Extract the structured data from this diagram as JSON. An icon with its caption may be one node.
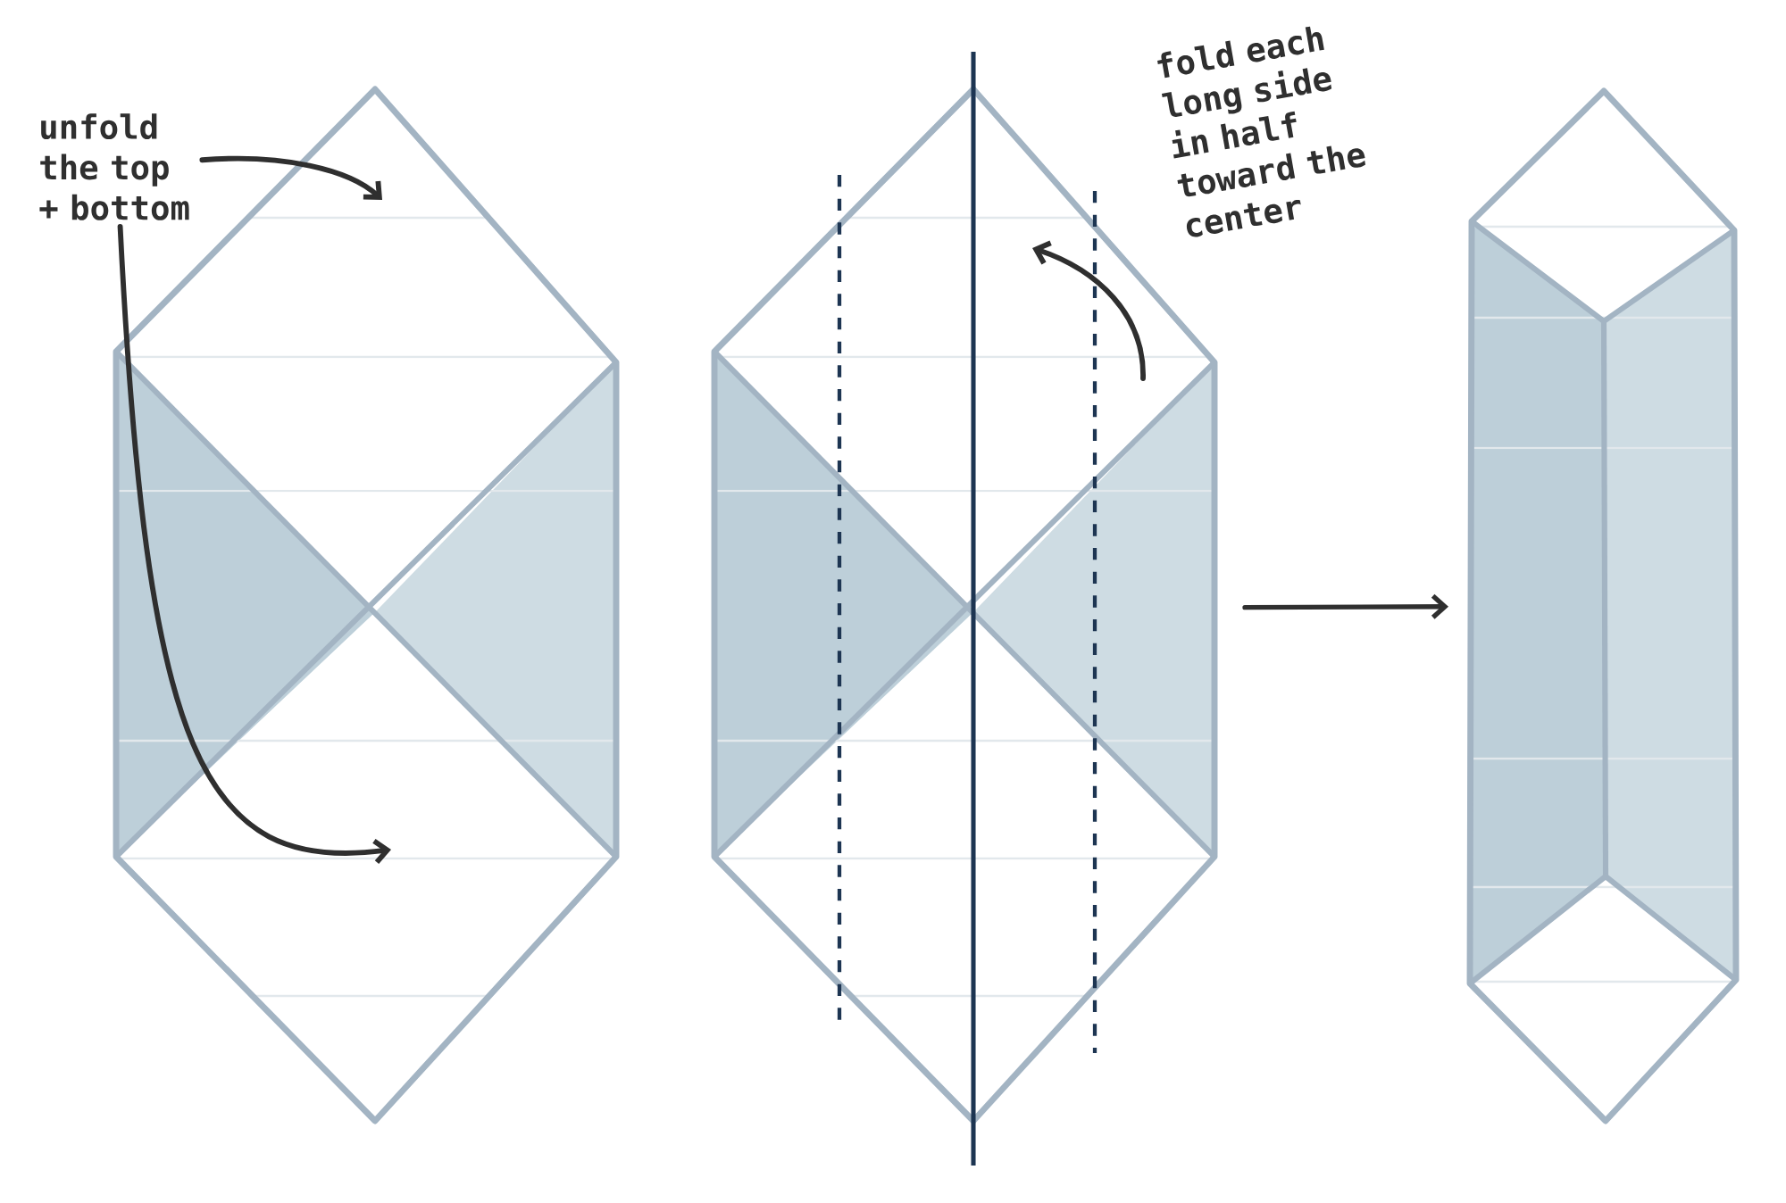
{
  "diagram": {
    "nodes": [
      {
        "text": [
          "unfold the top + bottom"
        ]
      },
      {
        "text": [],
        "shape": "picture"
      },
      {
        "text": [],
        "shape": "picture"
      },
      {
        "text": [
          "fold each long side in half toward the center"
        ]
      },
      {
        "text": [],
        "shape": "picture"
      }
    ],
    "edges": [
      {
        "from": 0,
        "to": 1,
        "arrow": "to"
      },
      {
        "from": 0,
        "to": 1,
        "arrow": "to"
      },
      {
        "from": 2,
        "to": 4,
        "arrow": "to"
      }
    ]
  }
}
